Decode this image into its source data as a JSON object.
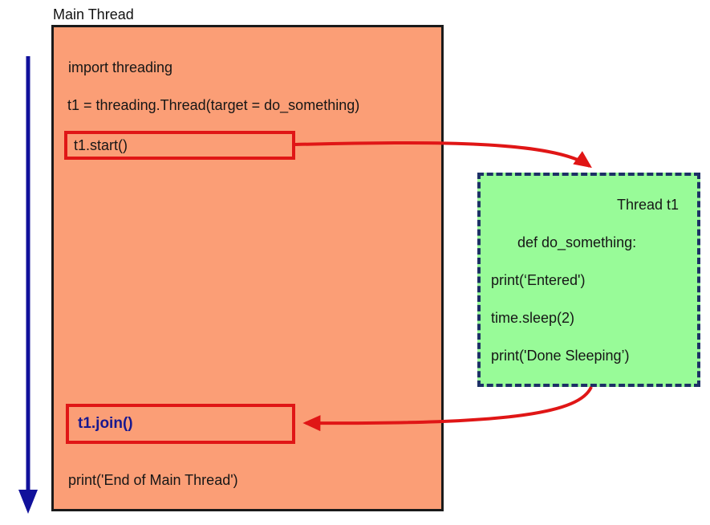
{
  "main_thread": {
    "label": "Main Thread",
    "code": {
      "import_line": "import threading",
      "create_line": "t1 = threading.Thread(target = do_something)",
      "start_call": "t1.start()",
      "join_call": "t1.join()",
      "end_line": "print('End of Main Thread')"
    }
  },
  "thread_t1": {
    "label": "Thread t1",
    "code": {
      "def_line": "def do_something:",
      "entered_line": "print(‘Entered')",
      "sleep_line": "time.sleep(2)",
      "done_line": "print('Done Sleeping’)"
    }
  },
  "colors": {
    "main_box_fill": "#FB9E76",
    "main_box_border": "#1a1a1a",
    "thread_box_fill": "#98FB98",
    "thread_box_border_navy": "#1D3066",
    "call_arrow_red": "#E01616",
    "timeline_navy": "#11119B",
    "join_text_navy": "#18188F"
  }
}
